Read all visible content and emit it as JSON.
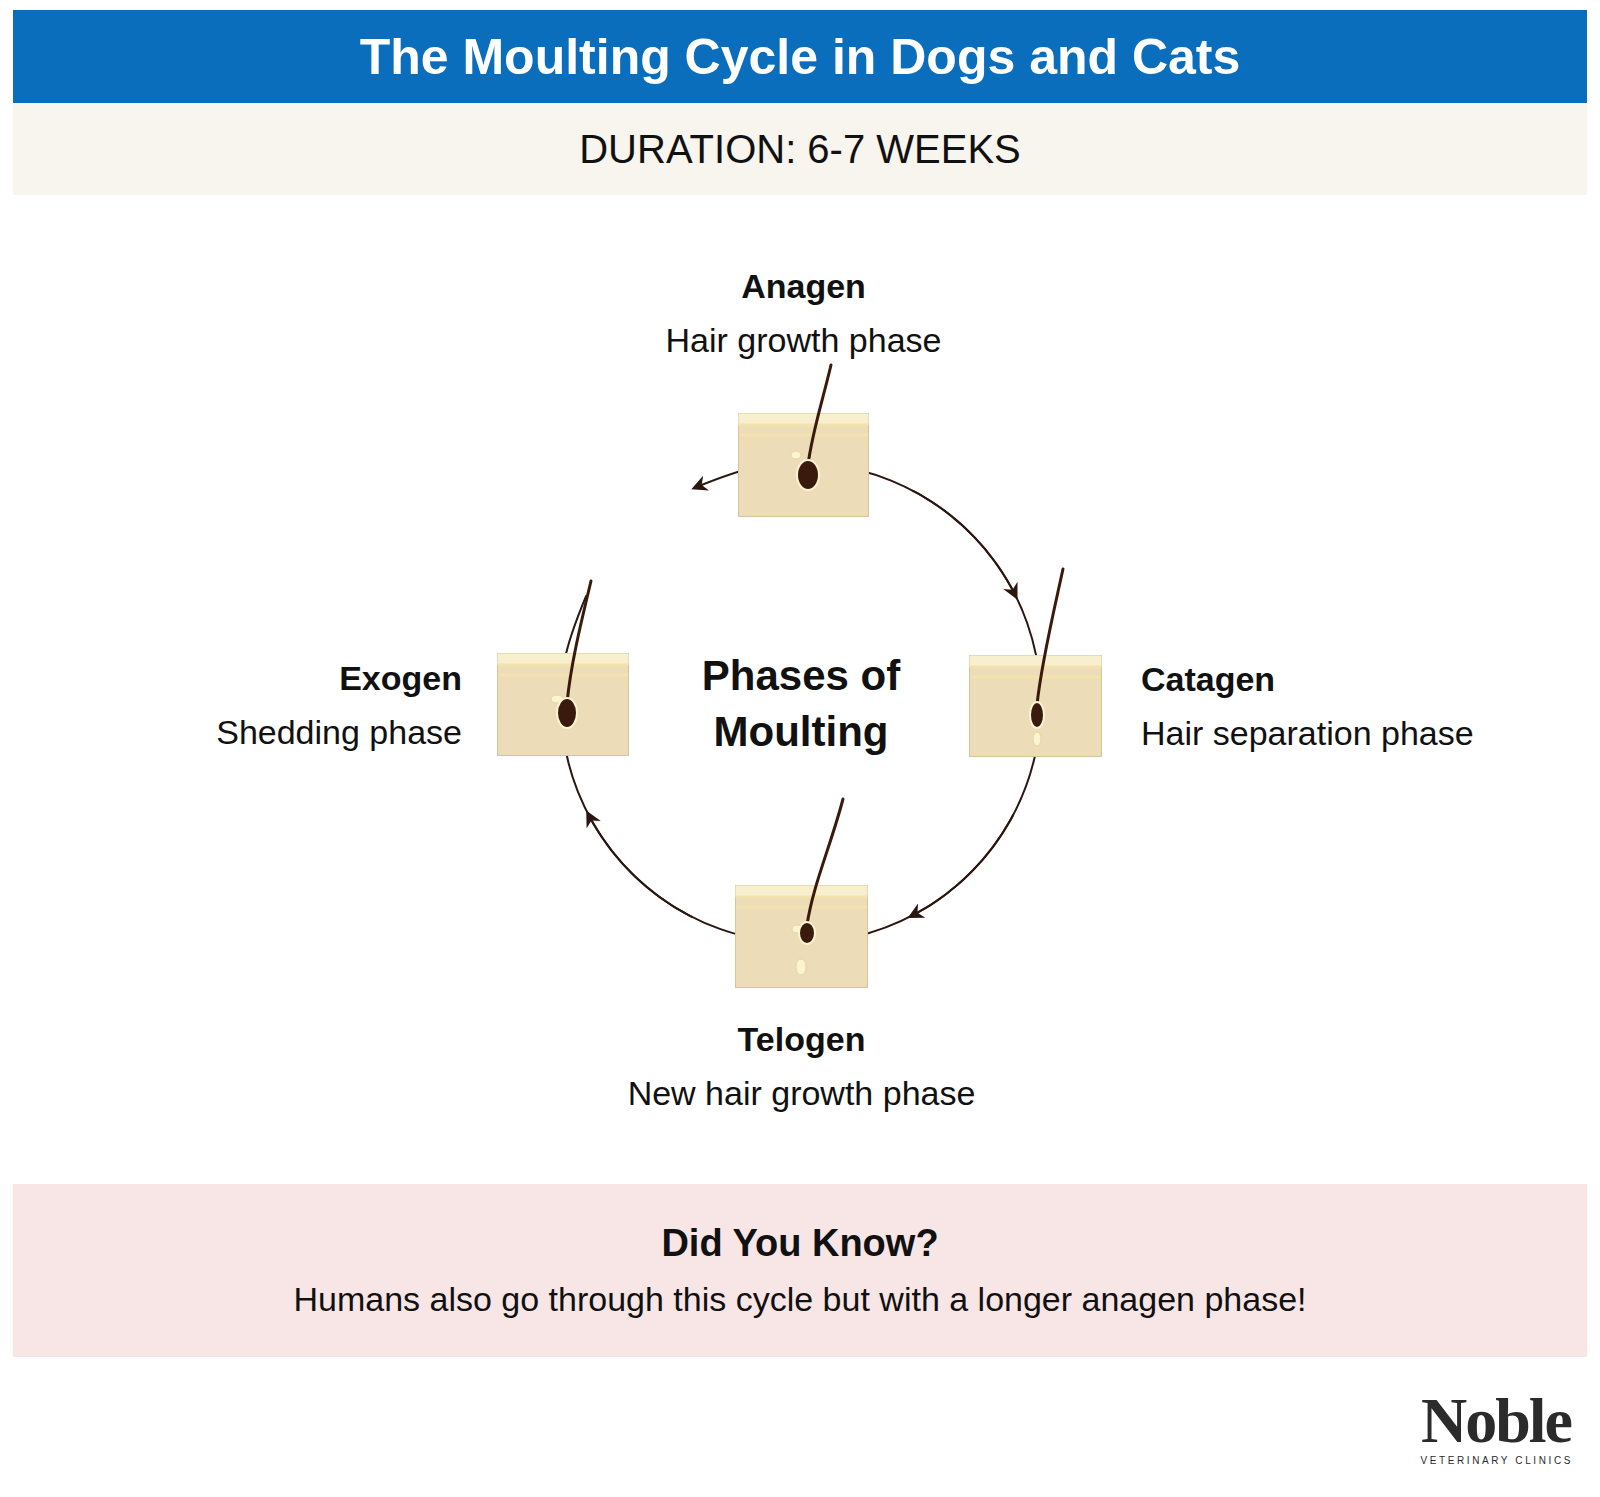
{
  "diagram": {
    "title": "The Moulting Cycle in Dogs and Cats",
    "nodes": [
      {
        "text": [
          "Anagen",
          "Hair growth phase"
        ]
      },
      {
        "text": [
          "Exogen",
          "Shedding phase"
        ]
      },
      {
        "text": [
          "Catagen",
          "Hair separation phase"
        ]
      },
      {
        "text": [
          "Telogen",
          "New hair growth phase"
        ]
      },
      {
        "text": [
          "Did You Know?",
          "Humans also go through this cycle but with a longer anagen phase!"
        ]
      }
    ],
    "edges": [
      {
        "from": 0,
        "to": 2,
        "arrow": "to"
      },
      {
        "from": 2,
        "to": 3,
        "arrow": "to"
      },
      {
        "from": 3,
        "to": 1,
        "arrow": "to"
      },
      {
        "from": 1,
        "to": 0,
        "arrow": "to"
      }
    ],
    "labels": [
      "DURATION: 6-7 WEEKS",
      "Phases of Moulting",
      "Noble",
      "VETERINARY CLINICS"
    ]
  }
}
